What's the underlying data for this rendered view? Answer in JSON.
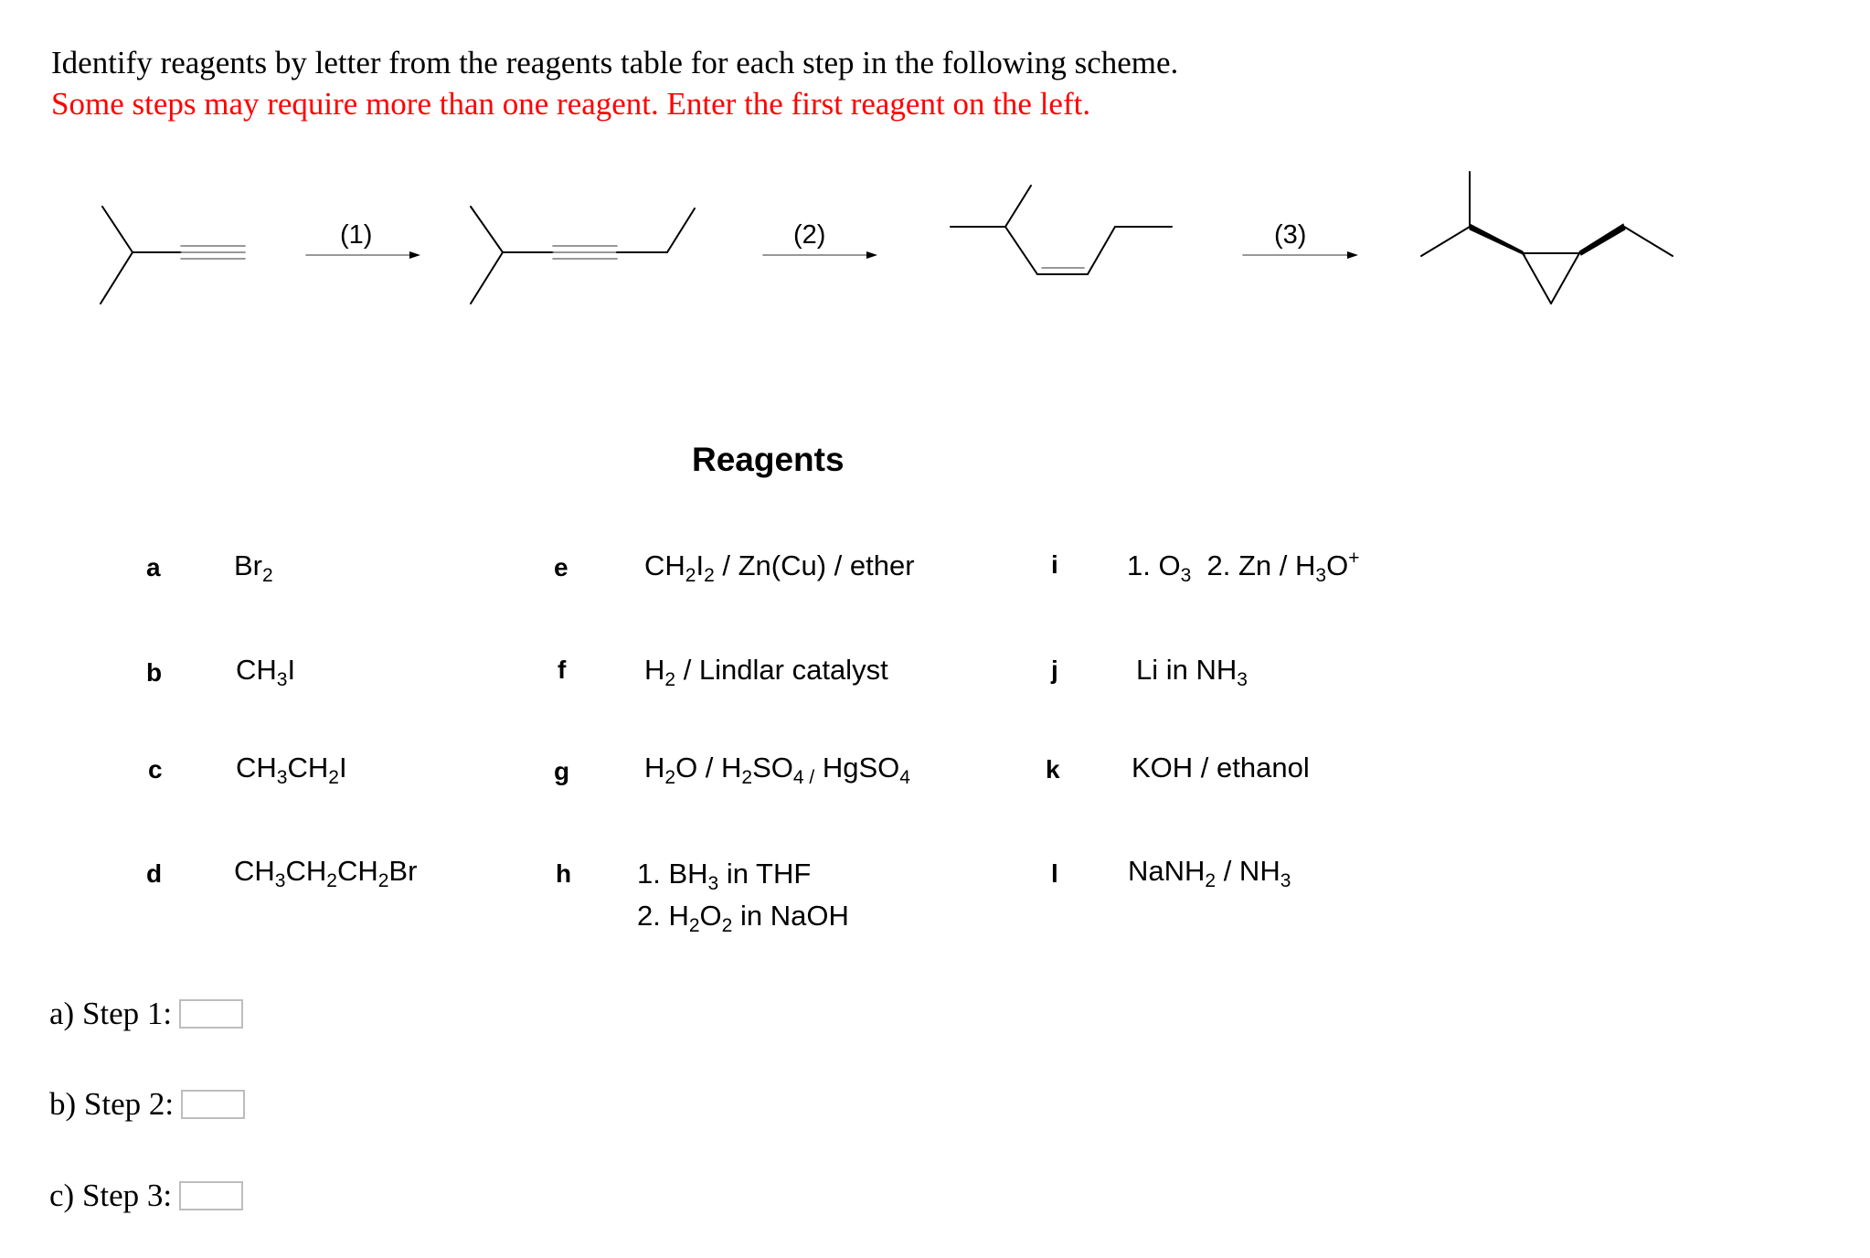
{
  "instructions": {
    "line1": "Identify reagents by letter from the reagents table for each step in the following scheme.",
    "line2": "Some steps may require more than one reagent. Enter the first reagent on the left."
  },
  "scheme": {
    "step_labels": [
      "(1)",
      "(2)",
      "(3)"
    ]
  },
  "reagents": {
    "title": "Reagents",
    "items": [
      {
        "letter": "a",
        "html": "Br<sub>2</sub>"
      },
      {
        "letter": "b",
        "html": "CH<sub>3</sub>I"
      },
      {
        "letter": "c",
        "html": "CH<sub>3</sub>CH<sub>2</sub>I"
      },
      {
        "letter": "d",
        "html": "CH<sub>3</sub>CH<sub>2</sub>CH<sub>2</sub>Br"
      },
      {
        "letter": "e",
        "html": "CH<sub>2</sub>I<sub>2</sub> / Zn(Cu) / ether"
      },
      {
        "letter": "f",
        "html": "H<sub>2</sub> / Lindlar catalyst"
      },
      {
        "letter": "g",
        "html": "H<sub>2</sub>O / H<sub>2</sub>SO<sub>4 /</sub> HgSO<sub>4</sub>"
      },
      {
        "letter": "h",
        "html": "1. BH<sub>3</sub> in THF<br>2. H<sub>2</sub>O<sub>2</sub> in NaOH"
      },
      {
        "letter": "i",
        "html": "1. O<sub>3</sub>&nbsp; 2. Zn / H<sub>3</sub>O<sup>+</sup>"
      },
      {
        "letter": "j",
        "html": "Li in NH<sub>3</sub>"
      },
      {
        "letter": "k",
        "html": "KOH / ethanol"
      },
      {
        "letter": "l",
        "html": "NaNH<sub>2</sub> / NH<sub>3</sub>"
      }
    ]
  },
  "steps": [
    {
      "label": "a) Step 1:",
      "value": ""
    },
    {
      "label": "b) Step 2:",
      "value": ""
    },
    {
      "label": "c) Step 3:",
      "value": ""
    }
  ]
}
